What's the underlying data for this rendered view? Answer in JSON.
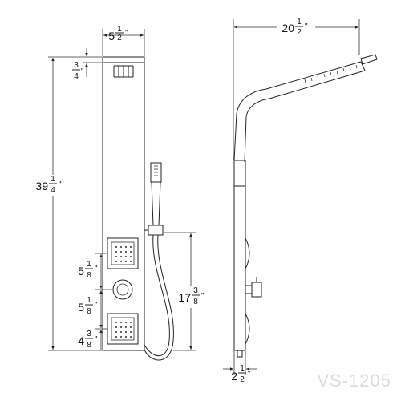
{
  "dimensions": {
    "front_width": {
      "whole": "5",
      "numerator": "1",
      "denominator": "2",
      "unit": "\""
    },
    "top_cap": {
      "whole": "",
      "numerator": "3",
      "denominator": "4",
      "unit": "\""
    },
    "total_height": {
      "whole": "39",
      "numerator": "1",
      "denominator": "4",
      "unit": "\""
    },
    "jet_gap_upper": {
      "whole": "5",
      "numerator": "1",
      "denominator": "8",
      "unit": "\""
    },
    "jet_gap_lower": {
      "whole": "5",
      "numerator": "1",
      "denominator": "8",
      "unit": "\""
    },
    "bottom_gap": {
      "whole": "4",
      "numerator": "3",
      "denominator": "8",
      "unit": "\""
    },
    "hose_height": {
      "whole": "17",
      "numerator": "3",
      "denominator": "8",
      "unit": "\""
    },
    "arm_reach": {
      "whole": "20",
      "numerator": "1",
      "denominator": "2",
      "unit": "\""
    },
    "side_depth": {
      "whole": "2",
      "numerator": "1",
      "denominator": "2",
      "unit": "\""
    }
  },
  "model": "VS-1205"
}
